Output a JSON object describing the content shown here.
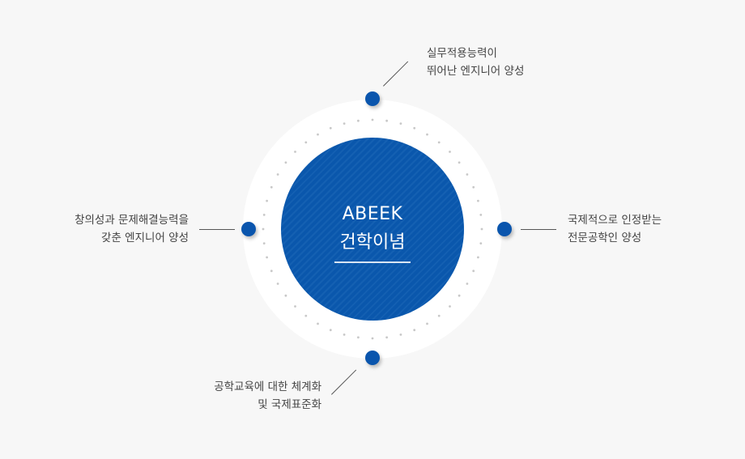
{
  "center": {
    "title_line1": "ABEEK",
    "title_line2": "건학이념",
    "color": "#0a55ad"
  },
  "items": [
    {
      "position": "top",
      "line1": "실무적용능력이",
      "line2": "뛰어난 엔지니어 양성"
    },
    {
      "position": "right",
      "line1": "국제적으로 인정받는",
      "line2": "전문공학인 양성"
    },
    {
      "position": "bottom",
      "line1": "공학교육에 대한 체계화",
      "line2": "및 국제표준화"
    },
    {
      "position": "left",
      "line1": "창의성과 문제해결능력을",
      "line2": "갖춘 엔지니어 양성"
    }
  ]
}
